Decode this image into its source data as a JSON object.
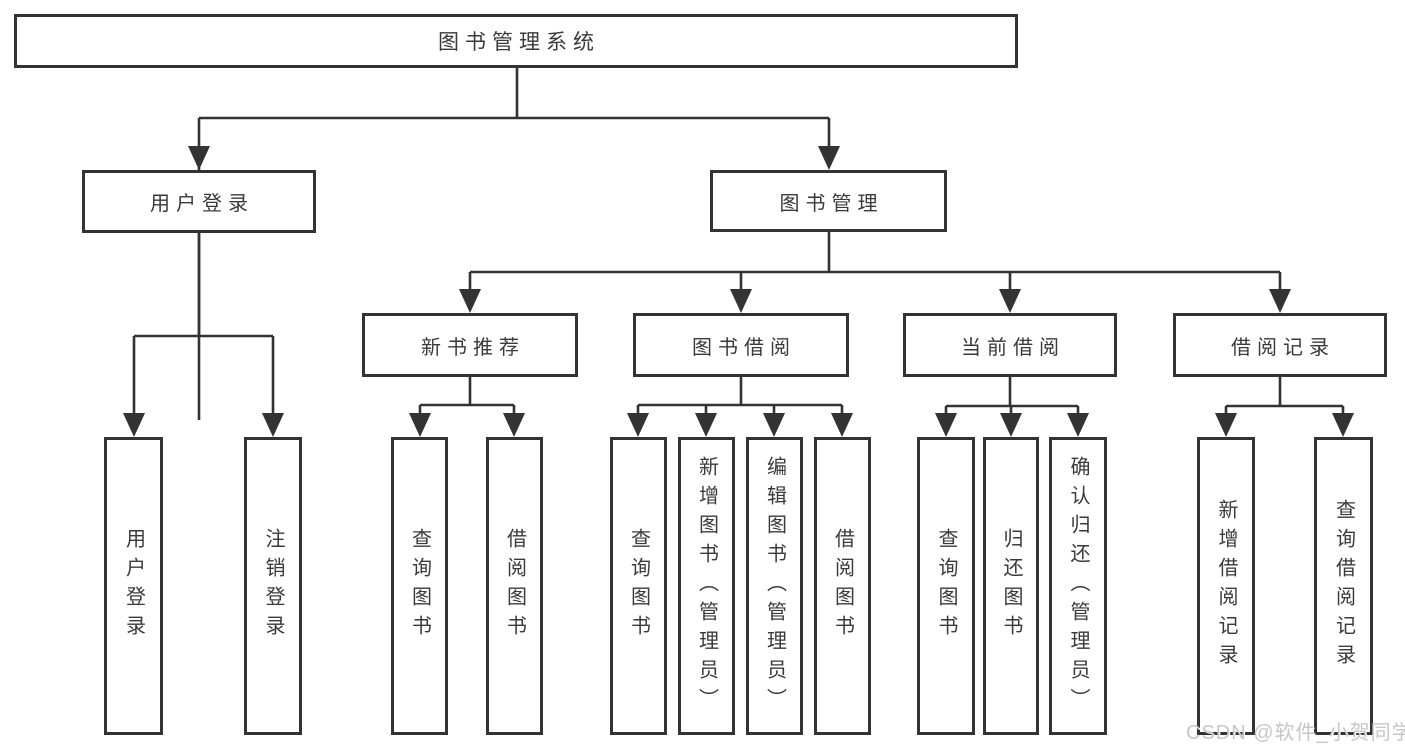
{
  "diagram_title": "图书管理系统",
  "tree": {
    "label": "图书管理系统",
    "children": [
      {
        "label": "用户登录",
        "children": [
          {
            "label": "用户登录"
          },
          {
            "label": "注销登录"
          }
        ]
      },
      {
        "label": "图书管理",
        "children": [
          {
            "label": "新书推荐",
            "children": [
              {
                "label": "查询图书"
              },
              {
                "label": "借阅图书"
              }
            ]
          },
          {
            "label": "图书借阅",
            "children": [
              {
                "label": "查询图书"
              },
              {
                "label": "新增图书（管理员）"
              },
              {
                "label": "编辑图书（管理员）"
              },
              {
                "label": "借阅图书"
              }
            ]
          },
          {
            "label": "当前借阅",
            "children": [
              {
                "label": "查询图书"
              },
              {
                "label": "归还图书"
              },
              {
                "label": "确认归还（管理员）"
              }
            ]
          },
          {
            "label": "借阅记录",
            "children": [
              {
                "label": "新增借阅记录"
              },
              {
                "label": "查询借阅记录"
              }
            ]
          }
        ]
      }
    ]
  },
  "watermark": {
    "text": "CSDN @软件_小贺同学"
  },
  "colors": {
    "background": "#ffffff",
    "line": "#333333",
    "box_border": "#333333",
    "text": "#3a3a3a",
    "watermark": "#c6c6c6"
  }
}
